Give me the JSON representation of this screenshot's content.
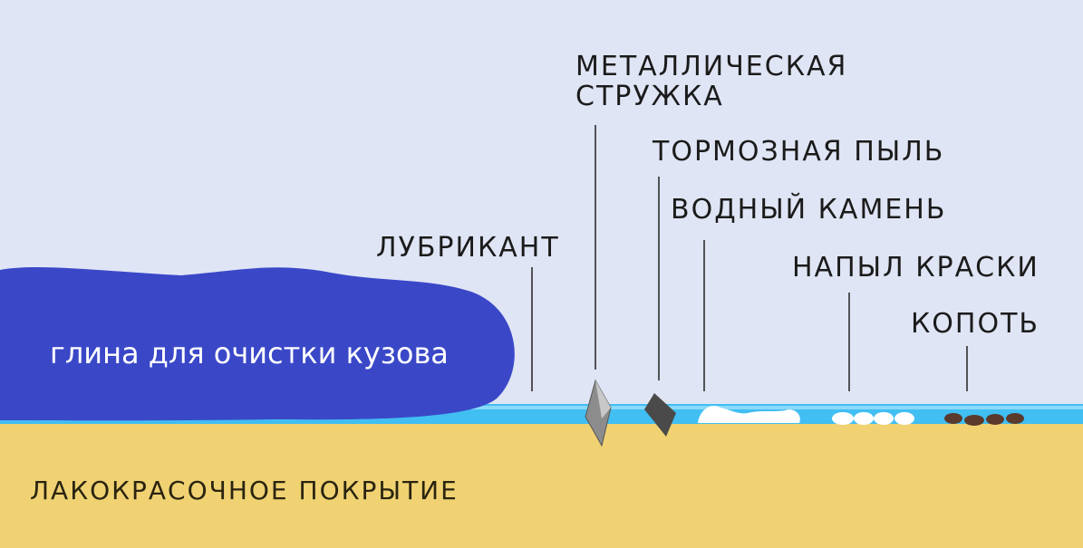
{
  "diagram": {
    "clay_label": "глина для очистки кузова",
    "paint_layer_label": "ЛАКОКРАСОЧНОЕ ПОКРЫТИЕ",
    "contaminants": [
      {
        "key": "lubricant",
        "label": "ЛУБРИКАНТ"
      },
      {
        "key": "metal_shavings",
        "label_line1": "МЕТАЛЛИЧЕСКАЯ",
        "label_line2": "СТРУЖКА"
      },
      {
        "key": "brake_dust",
        "label": "ТОРМОЗНАЯ ПЫЛЬ"
      },
      {
        "key": "water_stone",
        "label": "ВОДНЫЙ КАМЕНЬ"
      },
      {
        "key": "paint_overspray",
        "label": "НАПЫЛ КРАСКИ"
      },
      {
        "key": "soot",
        "label": "КОПОТЬ"
      }
    ],
    "colors": {
      "background": "#e0e5f5",
      "clay": "#3a48c8",
      "lubricant": "#41bef2",
      "paint": "#f0d272",
      "metal": "#8c8c8c",
      "brake_dust": "#4a4a4a",
      "water_stone": "#ffffff",
      "soot": "#5a3a2c"
    }
  }
}
